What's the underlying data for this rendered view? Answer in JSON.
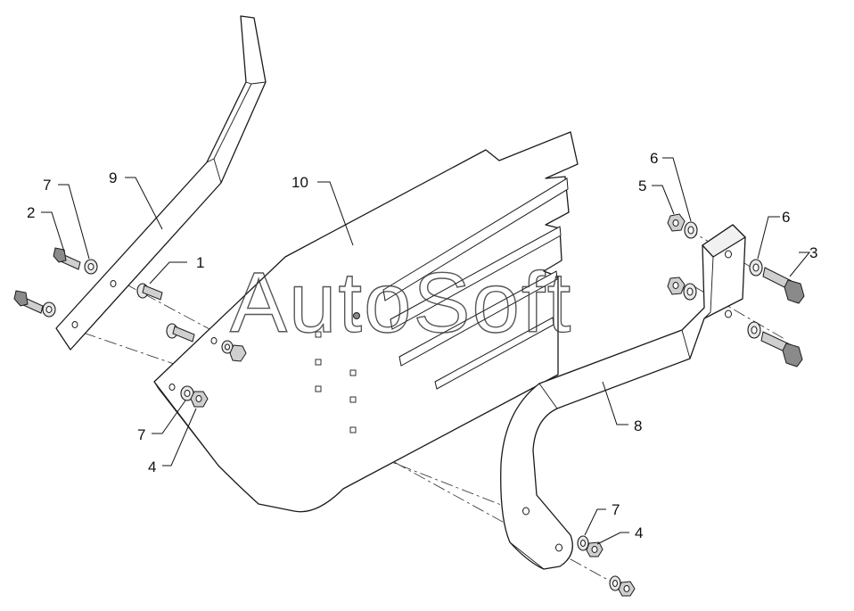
{
  "diagram": {
    "watermark": "AutoSoft",
    "plate_marking": "",
    "callouts": [
      {
        "id": "c1",
        "label": "1"
      },
      {
        "id": "c2",
        "label": "2"
      },
      {
        "id": "c3",
        "label": "3"
      },
      {
        "id": "c4a",
        "label": "4"
      },
      {
        "id": "c4b",
        "label": "4"
      },
      {
        "id": "c5",
        "label": "5"
      },
      {
        "id": "c6a",
        "label": "6"
      },
      {
        "id": "c6b",
        "label": "6"
      },
      {
        "id": "c7a",
        "label": "7"
      },
      {
        "id": "c7b",
        "label": "7"
      },
      {
        "id": "c7c",
        "label": "7"
      },
      {
        "id": "c8",
        "label": "8"
      },
      {
        "id": "c9",
        "label": "9"
      },
      {
        "id": "c10",
        "label": "10"
      }
    ]
  }
}
